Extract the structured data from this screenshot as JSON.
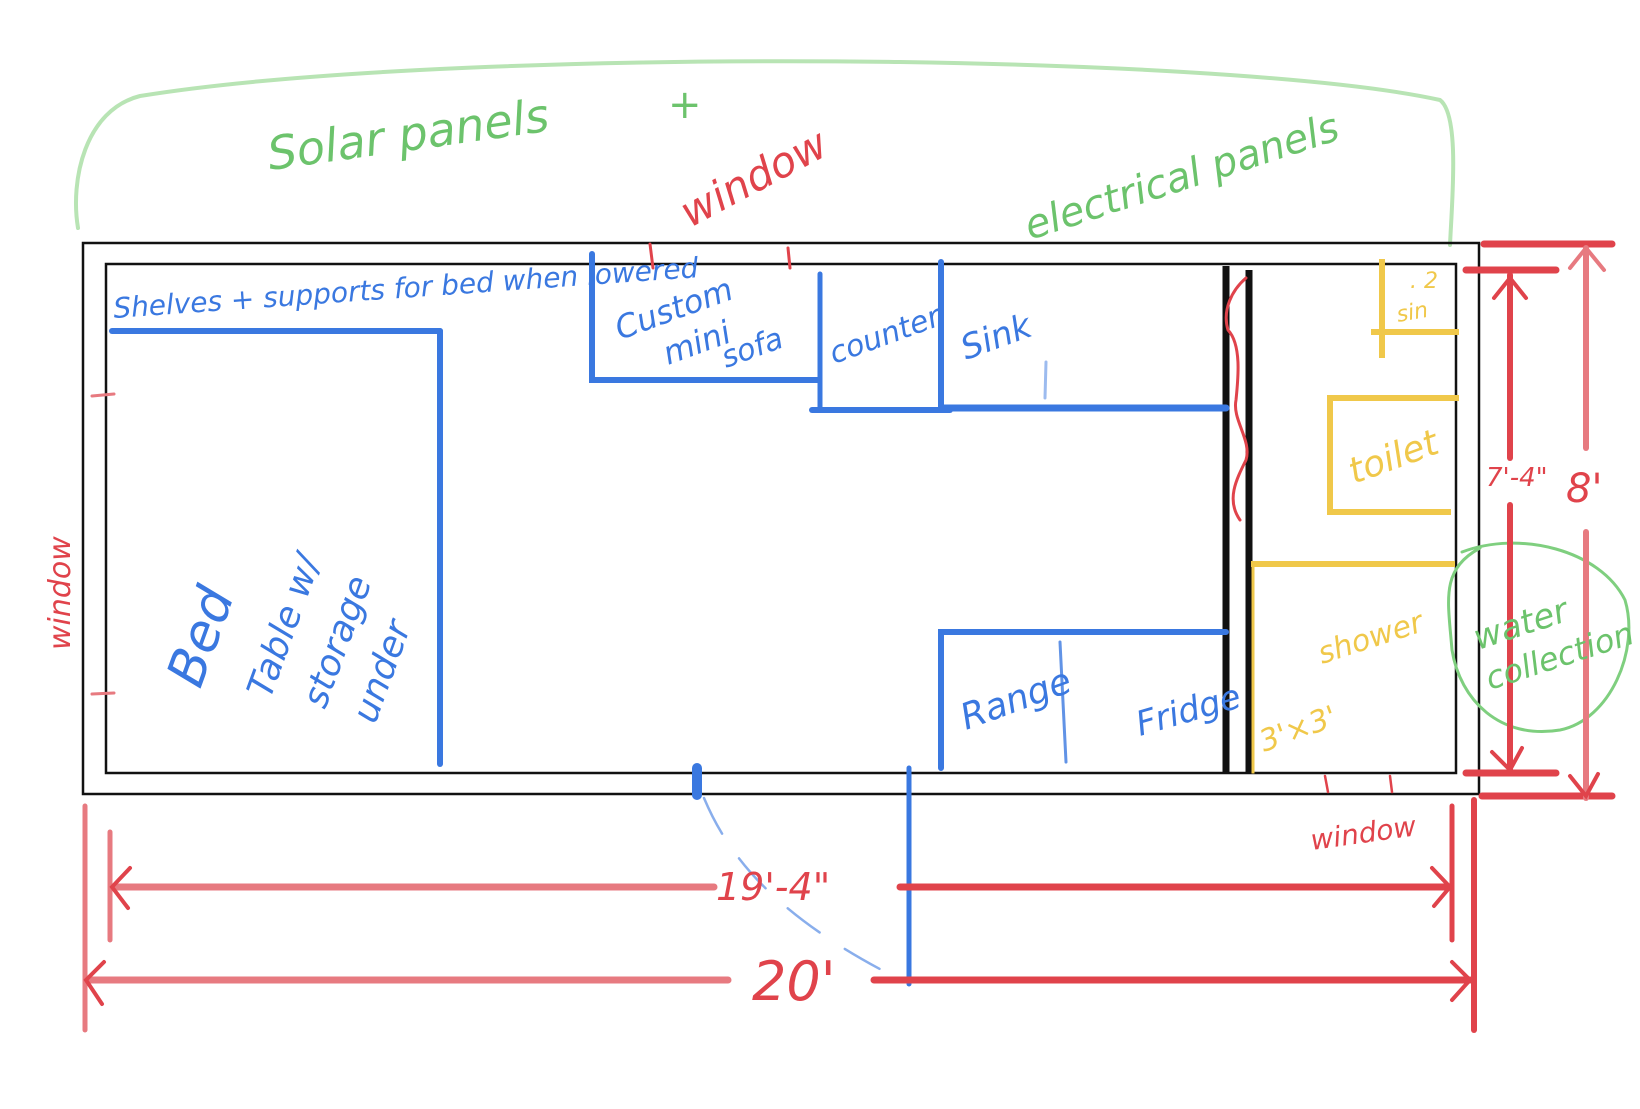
{
  "diagram": {
    "type": "floor-plan-sketch",
    "colors": {
      "structure": "#111111",
      "furniture": "#3a78e0",
      "dimensions": "#e0434b",
      "systems": "#6cc36c",
      "bathroom": "#f0c84a"
    },
    "top_notes": {
      "solar": "Solar panels",
      "plus": "+",
      "electrical": "electrical panels"
    },
    "windows": {
      "top": "window",
      "left": "window",
      "bottom_right": "window"
    },
    "rooms": {
      "shelves": "Shelves + supports for bed when lowered",
      "bed": "Bed",
      "table_line1": "Table w/",
      "table_line2": "storage",
      "table_line3": "under",
      "sofa_line1": "Custom",
      "sofa_line2": "mini",
      "sofa_line3": "sofa",
      "counter": "counter",
      "sink": "Sink",
      "range": "Range",
      "fridge": "Fridge",
      "bath_sink": "sin",
      "bath_sink_note": ". 2",
      "toilet": "toilet",
      "shower": "shower",
      "shower_size": "3'×3'",
      "water_line1": "water",
      "water_line2": "collection"
    },
    "dimensions": {
      "interior_length": "19'-4\"",
      "exterior_length": "20'",
      "interior_width": "7'-4\"",
      "exterior_width": "8'"
    }
  }
}
